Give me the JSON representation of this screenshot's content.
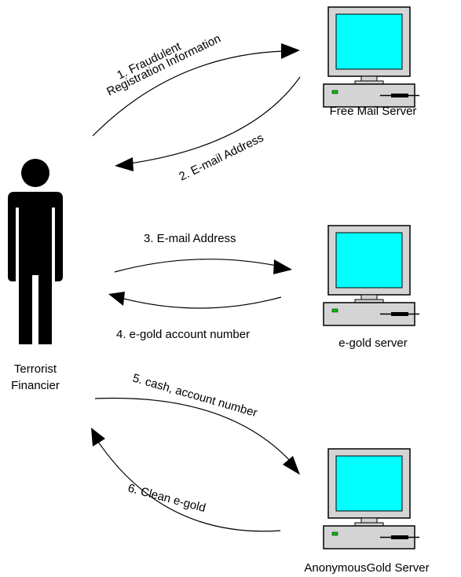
{
  "actor": {
    "line1": "Terrorist",
    "line2": "Financier"
  },
  "servers": [
    {
      "label": "Free Mail Server"
    },
    {
      "label": "e-gold server"
    },
    {
      "label": "AnonymousGold Server"
    }
  ],
  "steps": [
    {
      "line1": "1. Fraudulent",
      "line2": "Registration Information"
    },
    {
      "text": "2. E-mail Address"
    },
    {
      "text": "3. E-mail Address"
    },
    {
      "text": "4. e-gold account number"
    },
    {
      "text": "5. cash, account number"
    },
    {
      "text": "6. Clean e-gold"
    }
  ],
  "colors": {
    "screen": "#00ffff",
    "case": "#d4d4d4",
    "led": "#00c000",
    "ink": "#000000"
  }
}
